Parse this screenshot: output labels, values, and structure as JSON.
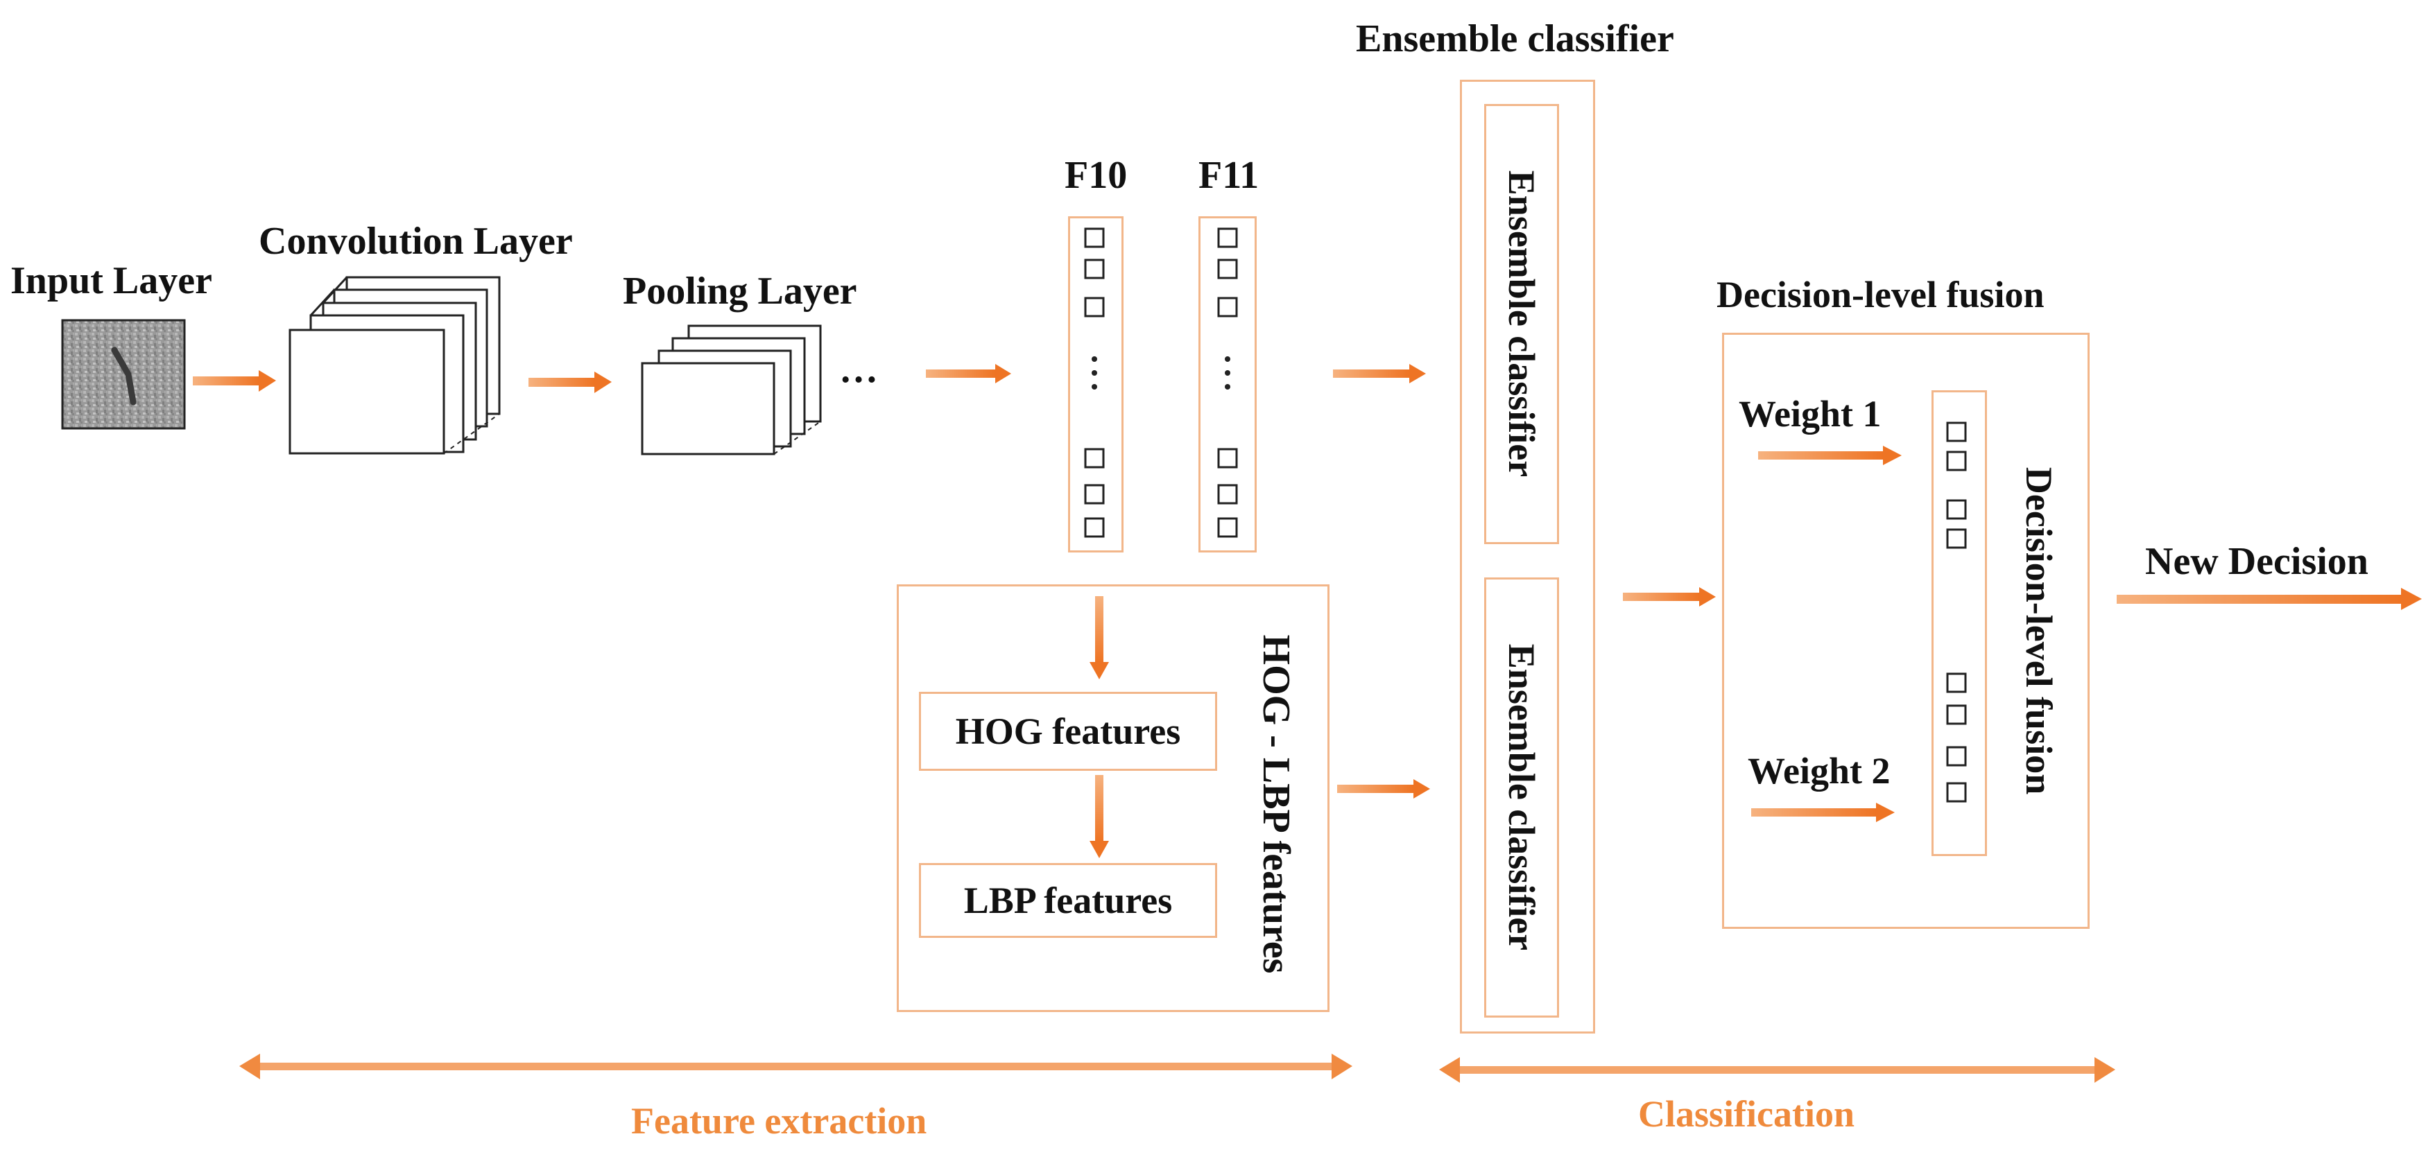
{
  "labels": {
    "input_layer": "Input Layer",
    "convolution_layer": "Convolution Layer",
    "pooling_layer": "Pooling Layer",
    "ellipsis": "…",
    "f10": "F10",
    "f11": "F11",
    "ensemble_classifier_title": "Ensemble classifier",
    "ensemble_classifier_top": "Ensemble classifier",
    "ensemble_classifier_bottom": "Ensemble classifier",
    "decision_fusion_title": "Decision-level fusion",
    "decision_fusion_vertical": "Decision-level fusion",
    "weight_1": "Weight 1",
    "weight_2": "Weight 2",
    "new_decision": "New Decision",
    "hog_features": "HOG features",
    "lbp_features": "LBP features",
    "hog_lbp_features": "HOG - LBP features",
    "feature_extraction": "Feature extraction",
    "classification": "Classification"
  },
  "colors": {
    "arrow": "#ef7d2e",
    "box_border": "#f2b68a",
    "stage_label": "#ef8a3c",
    "text": "#111111"
  }
}
